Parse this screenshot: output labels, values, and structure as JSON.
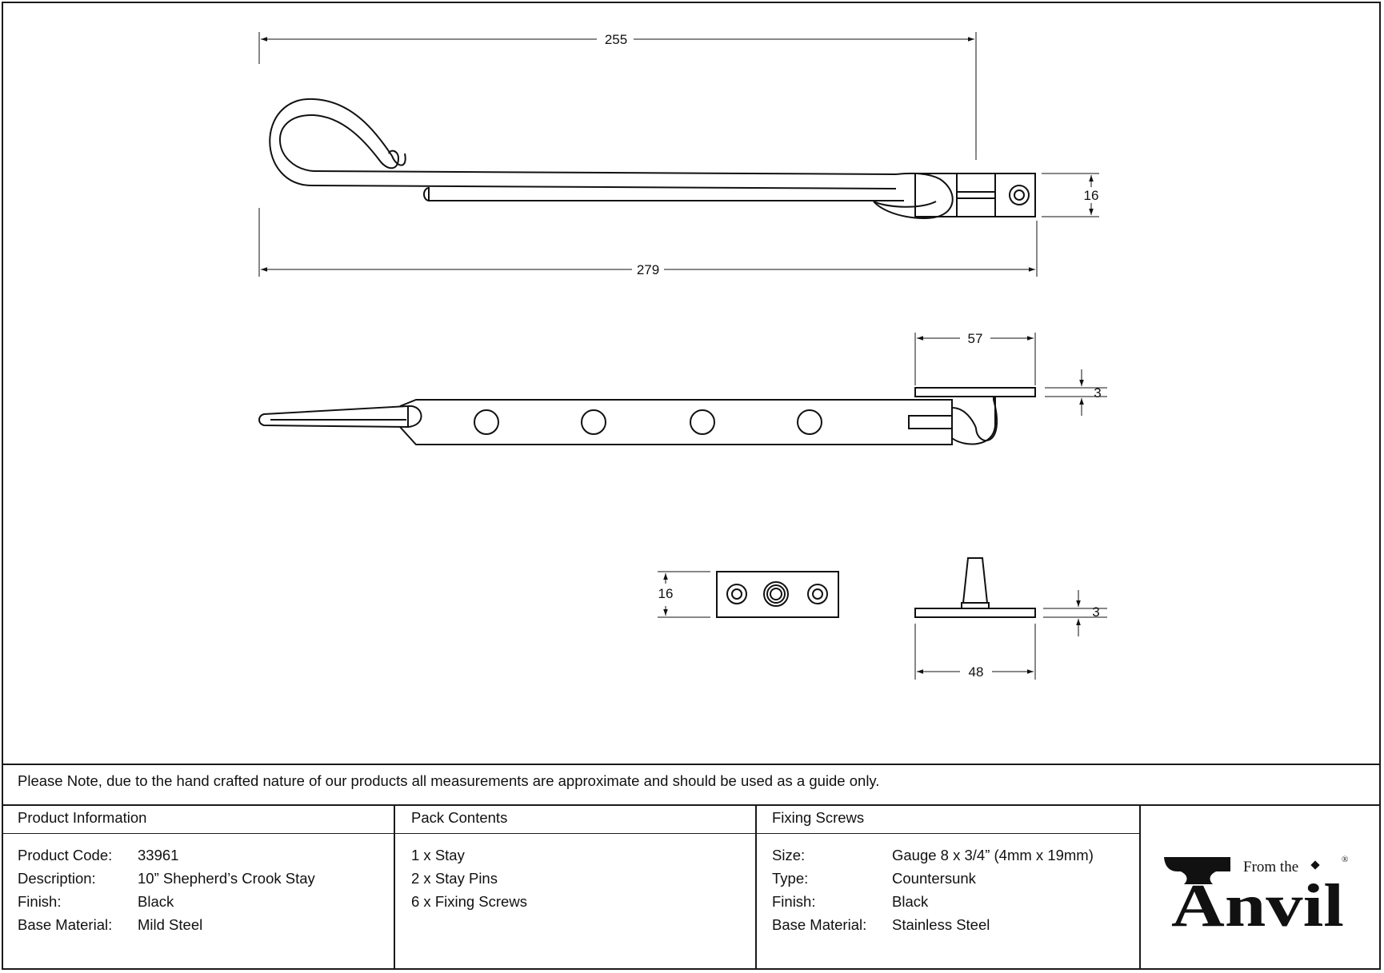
{
  "dimensions": {
    "top_length": "255",
    "overall_length": "279",
    "plate_height": "16",
    "plate_width": "57",
    "plate_thickness": "3",
    "pin_plate_height": "16",
    "pin_plate_thickness": "3",
    "pin_plate_width": "48"
  },
  "note": "Please Note, due to the hand crafted nature of our products all measurements are approximate and should be used as a guide only.",
  "product_information": {
    "heading": "Product Information",
    "rows": [
      {
        "label": "Product Code:",
        "value": "33961"
      },
      {
        "label": "Description:",
        "value": "10” Shepherd’s Crook Stay"
      },
      {
        "label": "Finish:",
        "value": "Black"
      },
      {
        "label": "Base Material:",
        "value": "Mild Steel"
      }
    ]
  },
  "pack_contents": {
    "heading": "Pack Contents",
    "items": [
      "1 x Stay",
      "2 x Stay Pins",
      "6 x Fixing Screws"
    ]
  },
  "fixing_screws": {
    "heading": "Fixing Screws",
    "rows": [
      {
        "label": "Size:",
        "value": "Gauge 8 x 3/4” (4mm x 19mm)"
      },
      {
        "label": "Type:",
        "value": "Countersunk"
      },
      {
        "label": "Finish:",
        "value": "Black"
      },
      {
        "label": "Base Material:",
        "value": "Stainless Steel"
      }
    ]
  },
  "logo": {
    "small_text": "From the",
    "big_text": "Anvil",
    "mark": "®"
  }
}
